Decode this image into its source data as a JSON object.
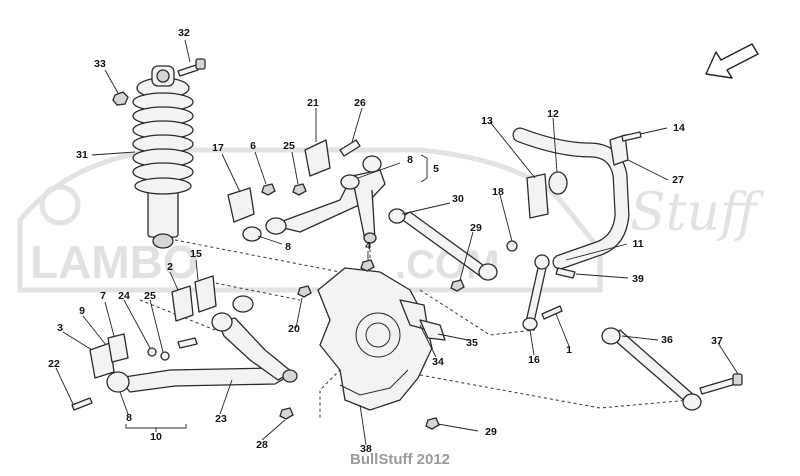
{
  "caption": "BullStuff 2012",
  "watermark": {
    "brand": "LAMBO",
    "script": "Stuff",
    "domain": ".COM"
  },
  "direction_arrow_icon": "arrow-down-left-icon",
  "callouts": {
    "p32": "32",
    "p33": "33",
    "p31": "31",
    "p21": "21",
    "p26": "26",
    "p25a": "25",
    "p6": "6",
    "p17": "17",
    "p8a": "8",
    "p5": "5",
    "p30": "30",
    "p8b": "8",
    "p4": "4",
    "p29a": "29",
    "p15": "15",
    "p2": "2",
    "p7": "7",
    "p24": "24",
    "p25b": "25",
    "p9": "9",
    "p3": "3",
    "p20": "20",
    "p22": "22",
    "p8c": "8",
    "p10": "10",
    "p23": "23",
    "p28": "28",
    "p38": "38",
    "p29b": "29",
    "p34": "34",
    "p35": "35",
    "p13": "13",
    "p12": "12",
    "p14": "14",
    "p27": "27",
    "p18": "18",
    "p11": "11",
    "p39": "39",
    "p16": "16",
    "p1": "1",
    "p36": "36",
    "p37": "37"
  }
}
